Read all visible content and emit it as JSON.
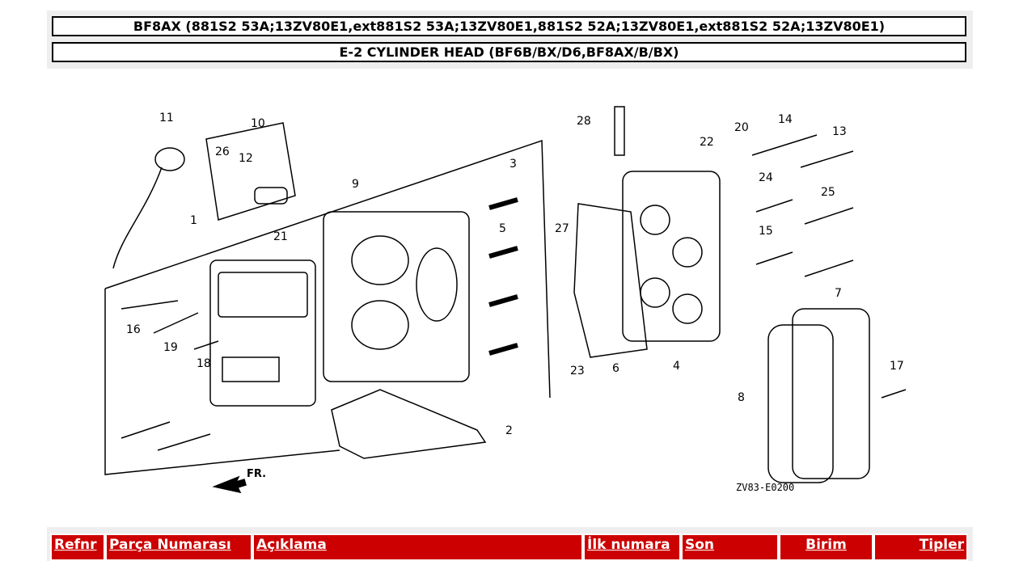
{
  "header": {
    "model_line": "BF8AX (881S2 53A;13ZV80E1,ext881S2 53A;13ZV80E1,881S2 52A;13ZV80E1,ext881S2 52A;13ZV80E1)",
    "section_title": "E-2 CYLINDER HEAD (BF6B/BX/D6,BF8AX/B/BX)"
  },
  "diagram": {
    "part_callouts": [
      "1",
      "2",
      "3",
      "4",
      "5",
      "6",
      "7",
      "8",
      "9",
      "10",
      "11",
      "12",
      "13",
      "14",
      "15",
      "16",
      "17",
      "18",
      "19",
      "20",
      "21",
      "22",
      "23",
      "24",
      "25",
      "26",
      "27",
      "28"
    ],
    "code": "ZV83-E0200",
    "direction_label": "FR."
  },
  "parts_table": {
    "columns": [
      "Refnr",
      "Parça Numarası",
      "Açıklama",
      "İlk numara",
      "Son",
      "Birim",
      "Tipler"
    ]
  }
}
